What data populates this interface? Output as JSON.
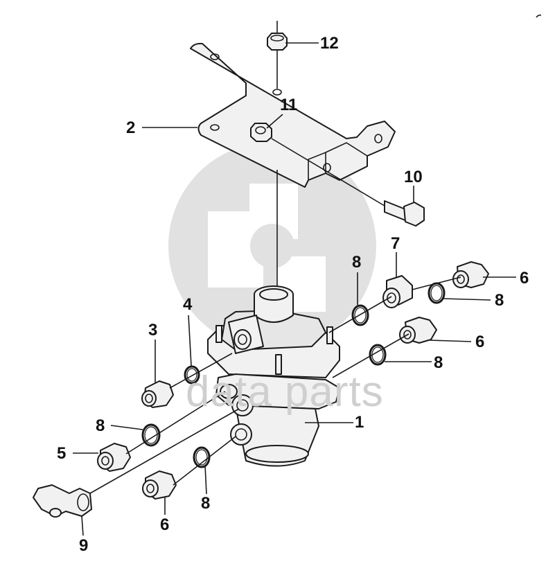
{
  "watermark": {
    "text": "data parts"
  },
  "callouts": [
    {
      "id": "c12",
      "label": "12"
    },
    {
      "id": "c2",
      "label": "2"
    },
    {
      "id": "c11",
      "label": "11"
    },
    {
      "id": "c10",
      "label": "10"
    },
    {
      "id": "c8a",
      "label": "8"
    },
    {
      "id": "c7",
      "label": "7"
    },
    {
      "id": "c6a",
      "label": "6"
    },
    {
      "id": "c8b",
      "label": "8"
    },
    {
      "id": "c4",
      "label": "4"
    },
    {
      "id": "c3",
      "label": "3"
    },
    {
      "id": "c6b",
      "label": "6"
    },
    {
      "id": "c8c",
      "label": "8"
    },
    {
      "id": "c1",
      "label": "1"
    },
    {
      "id": "c8d",
      "label": "8"
    },
    {
      "id": "c5",
      "label": "5"
    },
    {
      "id": "c8e",
      "label": "8"
    },
    {
      "id": "c6c",
      "label": "6"
    },
    {
      "id": "c9",
      "label": "9"
    }
  ]
}
